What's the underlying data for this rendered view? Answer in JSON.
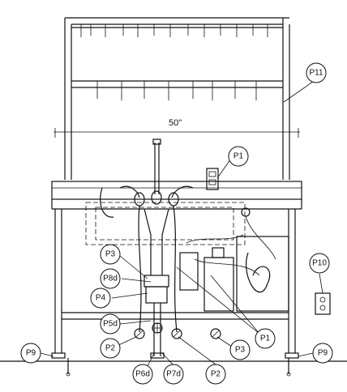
{
  "dimension": {
    "label": "50\""
  },
  "callouts": [
    {
      "id": "P11",
      "label": "P11"
    },
    {
      "id": "P1-top",
      "label": "P1"
    },
    {
      "id": "P3-left",
      "label": "P3"
    },
    {
      "id": "P8d",
      "label": "P8d"
    },
    {
      "id": "P4",
      "label": "P4"
    },
    {
      "id": "P5d",
      "label": "P5d"
    },
    {
      "id": "P2-left",
      "label": "P2"
    },
    {
      "id": "P6d",
      "label": "P6d"
    },
    {
      "id": "P7d",
      "label": "P7d"
    },
    {
      "id": "P2-right",
      "label": "P2"
    },
    {
      "id": "P3-right",
      "label": "P3"
    },
    {
      "id": "P1-bottom",
      "label": "P1"
    },
    {
      "id": "P10",
      "label": "P10"
    },
    {
      "id": "P9-left",
      "label": "P9"
    },
    {
      "id": "P9-right",
      "label": "P9"
    }
  ]
}
